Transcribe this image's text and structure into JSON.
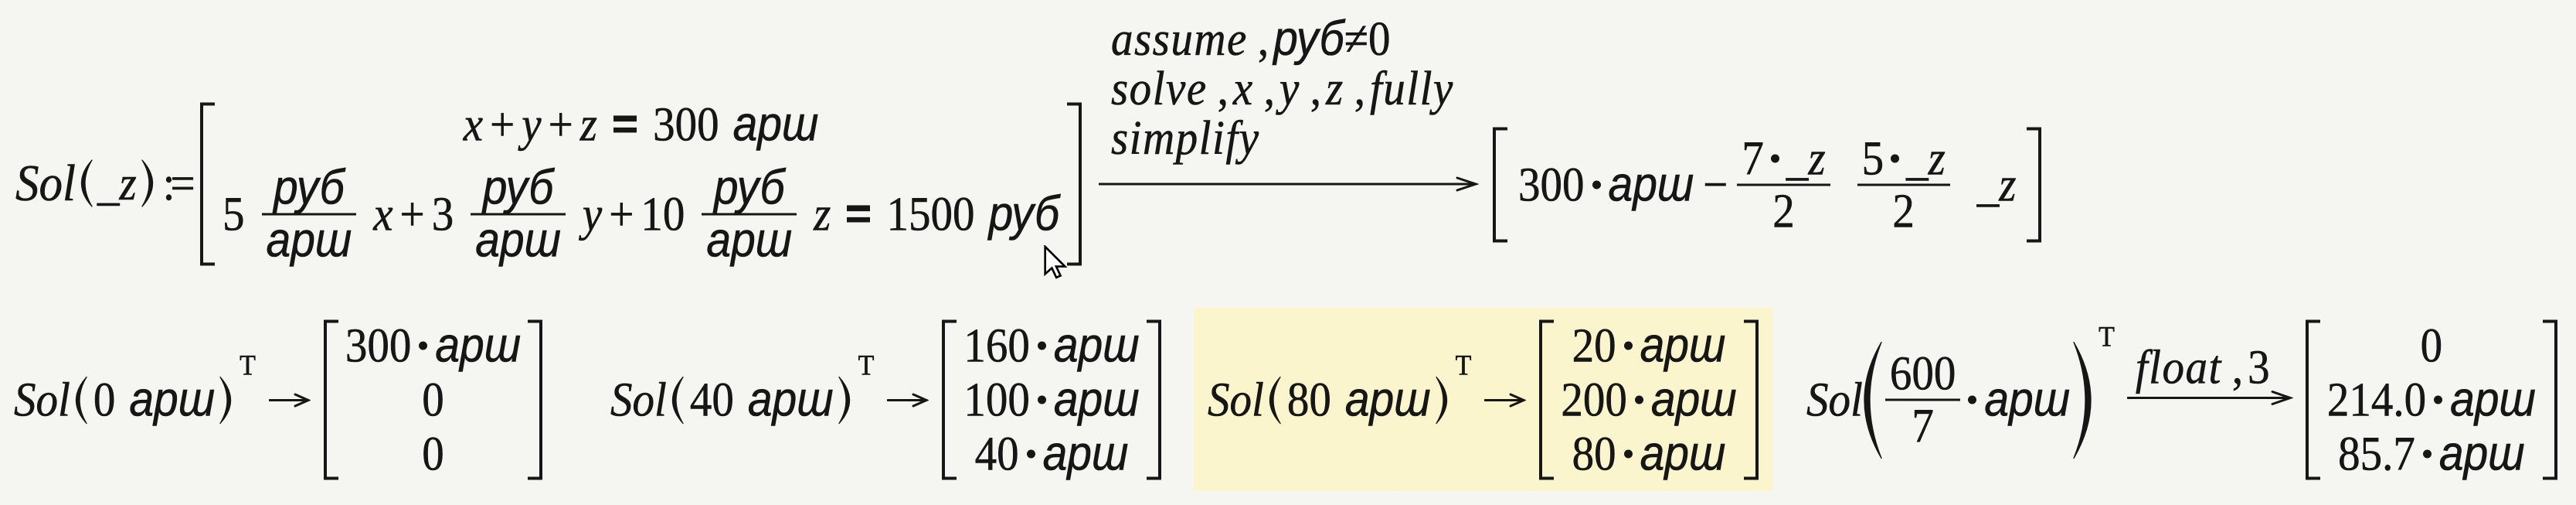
{
  "app": {
    "background": "#f5f6f1",
    "highlight_color": "#fbf5cd",
    "ink_color": "#161616"
  },
  "definition": {
    "name": "Sol",
    "param": "_z",
    "assign": ":=",
    "system": {
      "eq1": {
        "v1": "x",
        "plus1": "+",
        "v2": "y",
        "plus2": "+",
        "v3": "z",
        "eq": "=",
        "value": "300",
        "unit": "арш"
      },
      "eq2": {
        "c1": "5",
        "f1num": "руб",
        "f1den": "арш",
        "v1": "x",
        "plus1": "+",
        "c2": "3",
        "f2num": "руб",
        "f2den": "арш",
        "v2": "y",
        "plus2": "+",
        "c3": "10",
        "f3num": "руб",
        "f3den": "арш",
        "v3": "z",
        "eq": "=",
        "value": "1500",
        "unit": "руб"
      }
    },
    "keywords": {
      "line1": {
        "kw": "assume",
        "comma": ",",
        "unit": "руб",
        "cond": "≠0"
      },
      "line2": {
        "kw": "solve",
        "c1": ",",
        "v1": "x",
        "c2": ",",
        "v2": "y",
        "c3": ",",
        "v3": "z",
        "c4": ",",
        "opt": "fully"
      },
      "line3": {
        "kw": "simplify"
      }
    },
    "result": {
      "e1": {
        "value": "300",
        "unit": "арш",
        "minus": "−",
        "fnum_coef": "7",
        "fnum_var": "_z",
        "fden": "2"
      },
      "e2": {
        "fnum_coef": "5",
        "fnum_var": "_z",
        "fden": "2"
      },
      "e3": {
        "var": "_z"
      }
    }
  },
  "evaluations": [
    {
      "name": "Sol",
      "arg": "0",
      "unit": "арш",
      "transpose": "T",
      "rows": [
        {
          "v": "300",
          "u": "арш"
        },
        {
          "v": "0"
        },
        {
          "v": "0"
        }
      ]
    },
    {
      "name": "Sol",
      "arg": "40",
      "unit": "арш",
      "transpose": "T",
      "rows": [
        {
          "v": "160",
          "u": "арш"
        },
        {
          "v": "100",
          "u": "арш"
        },
        {
          "v": "40",
          "u": "арш"
        }
      ]
    },
    {
      "name": "Sol",
      "arg": "80",
      "unit": "арш",
      "transpose": "T",
      "highlighted": true,
      "rows": [
        {
          "v": "20",
          "u": "арш"
        },
        {
          "v": "200",
          "u": "арш"
        },
        {
          "v": "80",
          "u": "арш"
        }
      ]
    },
    {
      "name": "Sol",
      "argnum": "600",
      "argden": "7",
      "unit": "арш",
      "transpose": "T",
      "modifier": {
        "kw": "float",
        "comma": ",",
        "n": "3"
      },
      "rows": [
        {
          "v": "0"
        },
        {
          "v": "214.0",
          "u": "арш"
        },
        {
          "v": "85.7",
          "u": "арш"
        }
      ]
    }
  ]
}
